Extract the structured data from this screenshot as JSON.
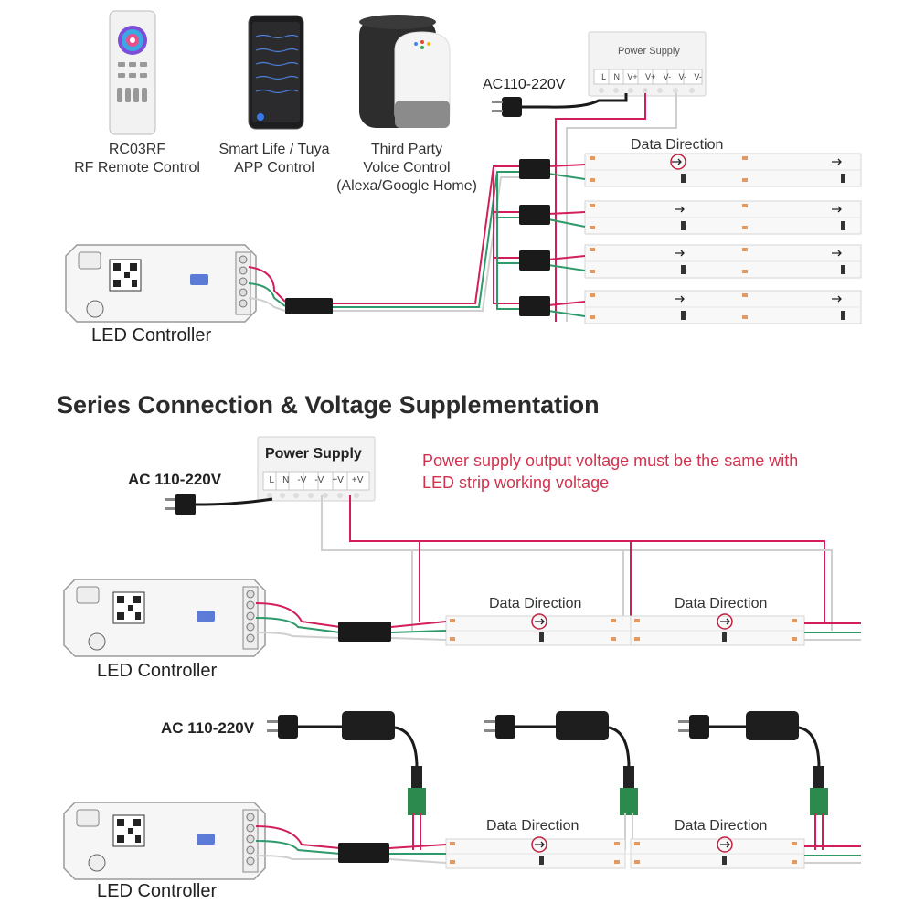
{
  "top": {
    "remote": {
      "line1": "RC03RF",
      "line2": "RF Remote Control"
    },
    "app": {
      "line1": "Smart Life / Tuya",
      "line2": "APP Control"
    },
    "voice": {
      "line1": "Third Party",
      "line2": "Volce Control",
      "line3": "(Alexa/Google Home)"
    },
    "ac_label": "AC110-220V",
    "power_supply": "Power Supply",
    "ps_terminals": [
      "L",
      "N",
      "V+",
      "V+",
      "V-",
      "V-",
      "V-"
    ],
    "data_direction": "Data Direction",
    "controller_label": "LED Controller"
  },
  "series": {
    "title": "Series Connection & Voltage Supplementation",
    "power_supply": "Power Supply",
    "ps_terminals": [
      "L",
      "N",
      "-V",
      "-V",
      "+V",
      "+V"
    ],
    "ac_label": "AC 110-220V",
    "warning_line1": "Power supply output voltage must be the same with",
    "warning_line2": "LED strip working voltage",
    "data_direction_1": "Data Direction",
    "data_direction_2": "Data Direction",
    "controller_label": "LED Controller"
  },
  "adapter_section": {
    "ac_label": "AC 110-220V",
    "data_direction_1": "Data Direction",
    "data_direction_2": "Data Direction",
    "controller_label": "LED Controller"
  },
  "colors": {
    "red_wire": "#d21f5a",
    "green_wire": "#2e9a6a",
    "grey_wire": "#c8c8c8",
    "black": "#1a1a1a"
  }
}
